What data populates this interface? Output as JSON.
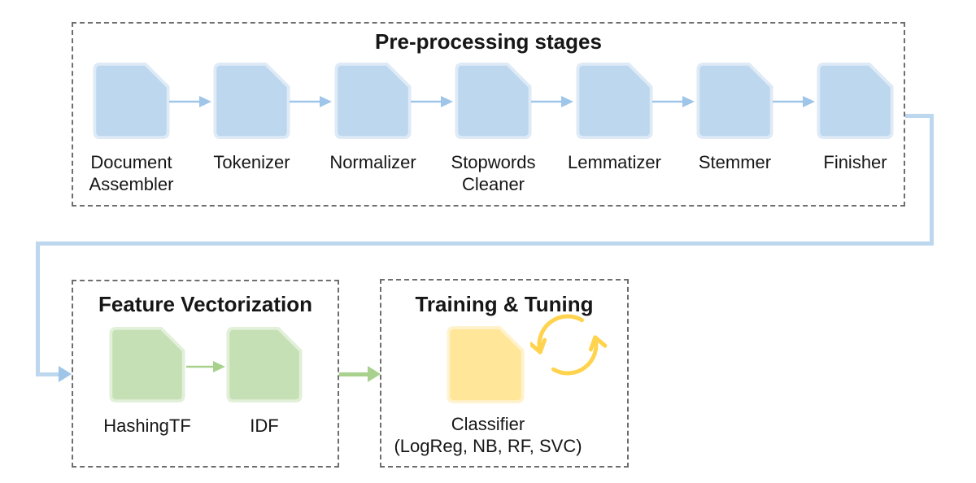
{
  "colors": {
    "background": "#FFFFFF",
    "box_border": "#6E6E6E",
    "text": "#161616",
    "blue_doc_fill": "#BDD7EE",
    "blue_doc_edge": "#DEEAF6",
    "blue_arrow": "#9FC5E8",
    "blue_connector": "#BDD7EE",
    "green_doc_fill": "#C5E0B4",
    "green_doc_edge": "#E2F0DA",
    "green_arrow": "#A9D18E",
    "yellow_doc_fill": "#FFE699",
    "yellow_doc_edge": "#FFF2CC",
    "gold_icon": "#FFD34D"
  },
  "preprocessing": {
    "title": "Pre-processing stages",
    "stages": [
      {
        "label": "Document Assembler"
      },
      {
        "label": "Tokenizer"
      },
      {
        "label": "Normalizer"
      },
      {
        "label": "Stopwords Cleaner"
      },
      {
        "label": "Lemmatizer"
      },
      {
        "label": "Stemmer"
      },
      {
        "label": "Finisher"
      }
    ]
  },
  "feature_vectorization": {
    "title": "Feature Vectorization",
    "stages": [
      {
        "label": "HashingTF"
      },
      {
        "label": "IDF"
      }
    ]
  },
  "training_tuning": {
    "title": "Training & Tuning",
    "classifier_label": "Classifier",
    "classifier_models": "(LogReg, NB, RF, SVC)"
  }
}
